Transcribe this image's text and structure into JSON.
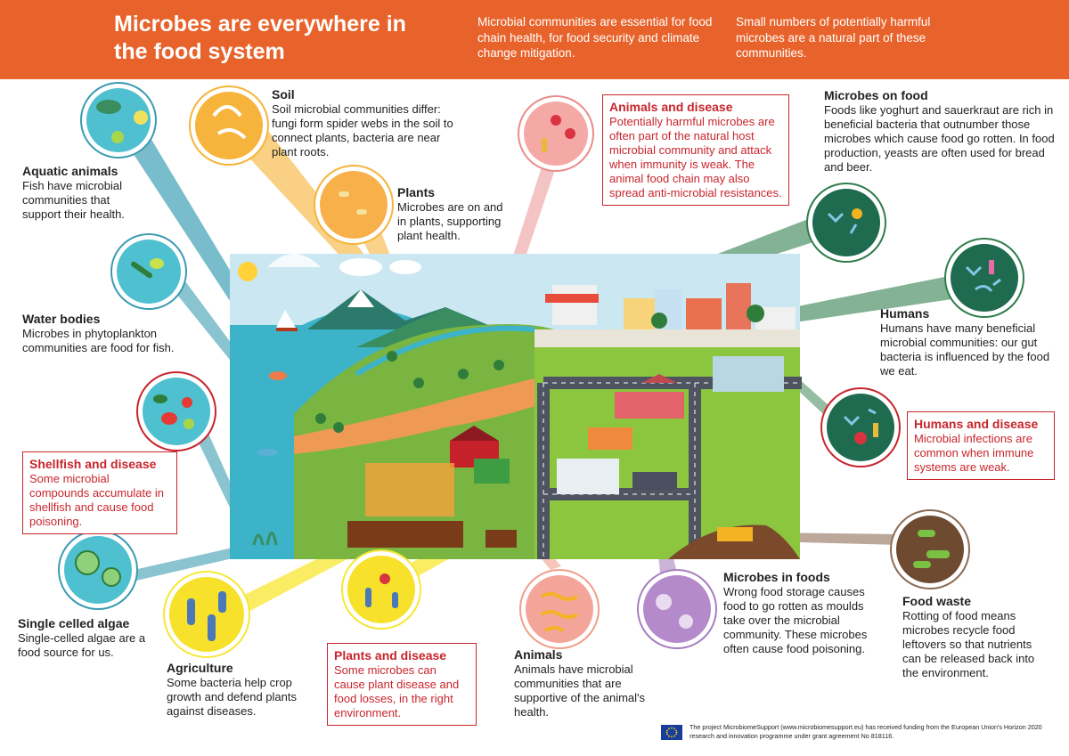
{
  "header": {
    "title": "Microbes are everywhere in the food system",
    "intro_1": "Microbial communities are essential for food chain health, for food security and climate change mitigation.",
    "intro_2": "Small numbers of potentially harmful microbes are a natural part of these communities."
  },
  "labels": {
    "aquatic_animals": {
      "title": "Aquatic animals",
      "body": "Fish have microbial communities that support their health."
    },
    "soil": {
      "title": "Soil",
      "body": "Soil microbial communities differ: fungi form spider webs in the soil to connect plants, bacteria are near plant roots."
    },
    "plants": {
      "title": "Plants",
      "body": "Microbes are on and in plants, supporting plant health."
    },
    "animals_disease": {
      "title": "Animals and disease",
      "body": "Potentially harmful microbes are often part of the natural host microbial community and attack when immunity is weak. The animal food chain may also spread anti-microbial resistances."
    },
    "microbes_on_food": {
      "title": "Microbes on food",
      "body": "Foods like yoghurt and sauerkraut are rich in beneficial bacteria that outnumber those microbes which cause food go rotten. In food production, yeasts are often used for bread and beer."
    },
    "water_bodies": {
      "title": "Water bodies",
      "body": "Microbes in phytoplankton communities are food for fish."
    },
    "humans": {
      "title": "Humans",
      "body": "Humans have many beneficial microbial communities: our gut bacteria is influenced by the food we eat."
    },
    "humans_disease": {
      "title": "Humans and disease",
      "body": "Microbial infections are common when immune systems are weak."
    },
    "shellfish_disease": {
      "title": "Shellfish and disease",
      "body": "Some microbial compounds accumulate in shellfish and cause food poisoning."
    },
    "single_celled_algae": {
      "title": "Single celled algae",
      "body": "Single-celled algae are a food source for us."
    },
    "agriculture": {
      "title": "Agriculture",
      "body": "Some bacteria help crop growth and defend plants against diseases."
    },
    "plants_disease": {
      "title": "Plants and disease",
      "body": "Some microbes can cause plant disease and food losses, in the right environment."
    },
    "animals": {
      "title": "Animals",
      "body": "Animals have microbial communities that are supportive of the animal's health."
    },
    "microbes_in_foods": {
      "title": "Microbes in foods",
      "body": "Wrong food storage causes food to go rotten as moulds take over the microbial community. These microbes often cause food poisoning."
    },
    "food_waste": {
      "title": "Food waste",
      "body": "Rotting of food means microbes recycle food leftovers so that nutrients can be released back into the environment."
    }
  },
  "footer": {
    "text": "The project MicrobiomeSupport (www.microbiomesupport.eu) has received funding from the European Union's Horizon 2020 research and innovation programme under grant agreement No 818116."
  },
  "colors": {
    "header": "#e8632b",
    "disease_red": "#c8252c",
    "water": "#3db3c9",
    "grass": "#8cc63f",
    "soil_orange": "#f0a04b"
  }
}
